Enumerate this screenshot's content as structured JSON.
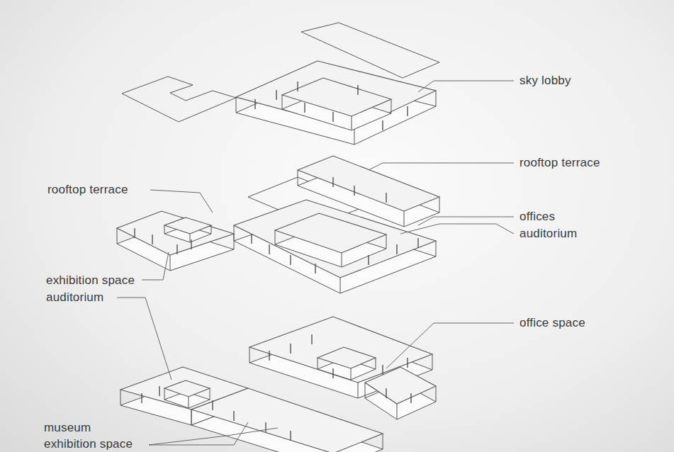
{
  "diagram": {
    "labels": [
      "sky lobby",
      "rooftop terrace",
      "offices",
      "auditorium",
      "rooftop terrace",
      "exhibition space",
      "auditorium",
      "office space",
      "museum",
      "exhibition space"
    ]
  }
}
